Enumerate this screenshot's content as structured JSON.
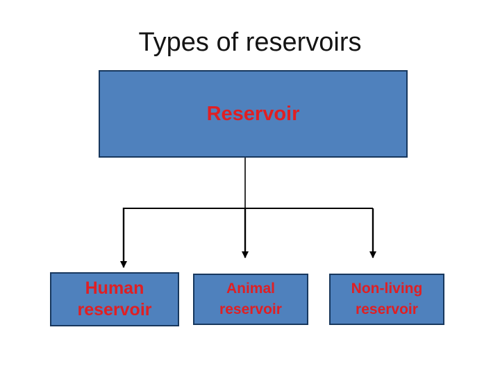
{
  "slide": {
    "title": "Types of reservoirs"
  },
  "tree": {
    "root": {
      "label": "Reservoir"
    },
    "children": [
      {
        "label": "Human\nreservoir"
      },
      {
        "label": "Animal\nreservoir"
      },
      {
        "label": "Non-living\nreservoir"
      }
    ]
  },
  "colors": {
    "background": "#ffffff",
    "box_fill": "#4f81bd",
    "box_border": "#17375d",
    "box_label": "#e01f23",
    "title_text": "#141414",
    "connector": "#000000"
  }
}
